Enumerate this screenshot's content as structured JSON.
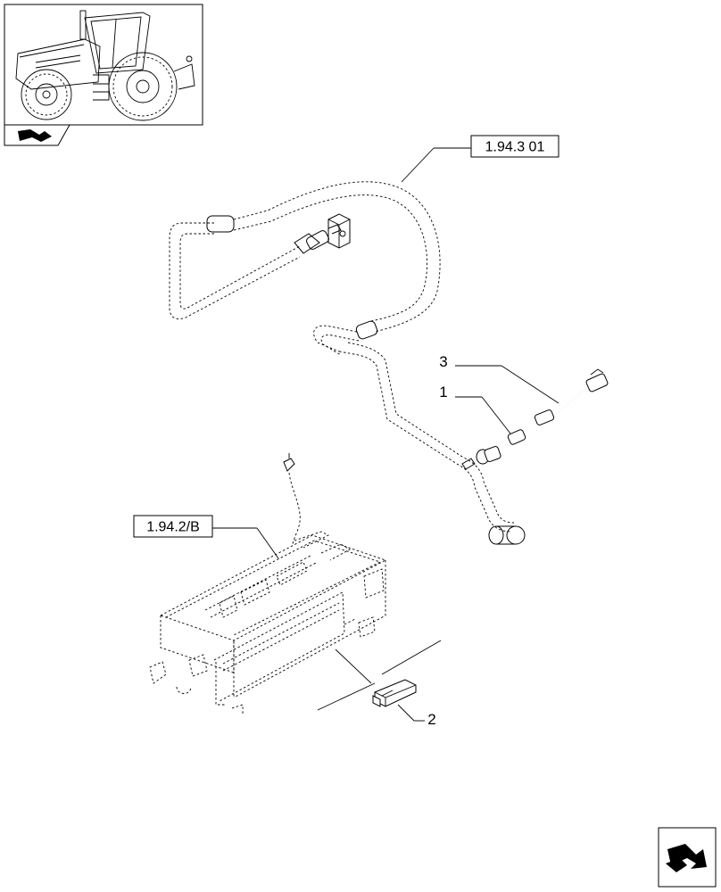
{
  "references": {
    "upper": "1.94.3 01",
    "lower": "1.94.2/B"
  },
  "callouts": {
    "item1": "1",
    "item2": "2",
    "item3": "3"
  },
  "thumbnail": {
    "subject": "tractor-icon"
  },
  "nav": {
    "icon": "page-turn-icon"
  }
}
